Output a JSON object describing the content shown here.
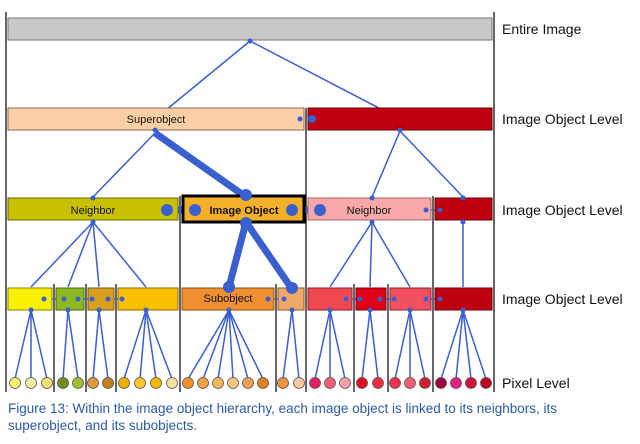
{
  "levels": {
    "entire_image": "Entire Image",
    "object_level_1": "Image Object Level",
    "object_level_2": "Image Object Level",
    "object_level_3": "Image Object Level",
    "pixel_level": "Pixel Level"
  },
  "nodes": {
    "superobject": "Superobject",
    "neighbor_left": "Neighbor",
    "image_object": "Image Object",
    "neighbor_right": "Neighbor",
    "subobject": "Subobject"
  },
  "caption": "Figure 13: Within the image object hierarchy, each image object is linked to its neighbors, its superobject, and its subobjects.",
  "colors": {
    "link": "#3a5fcf",
    "entire_image": "#c8c8c8",
    "superobject": "#fcd0a4",
    "dark_red": "#c00010",
    "olive": "#c8c000",
    "image_object": "#f5b02a",
    "pink": "#f8a8a8",
    "caption": "#2a5aa8"
  }
}
